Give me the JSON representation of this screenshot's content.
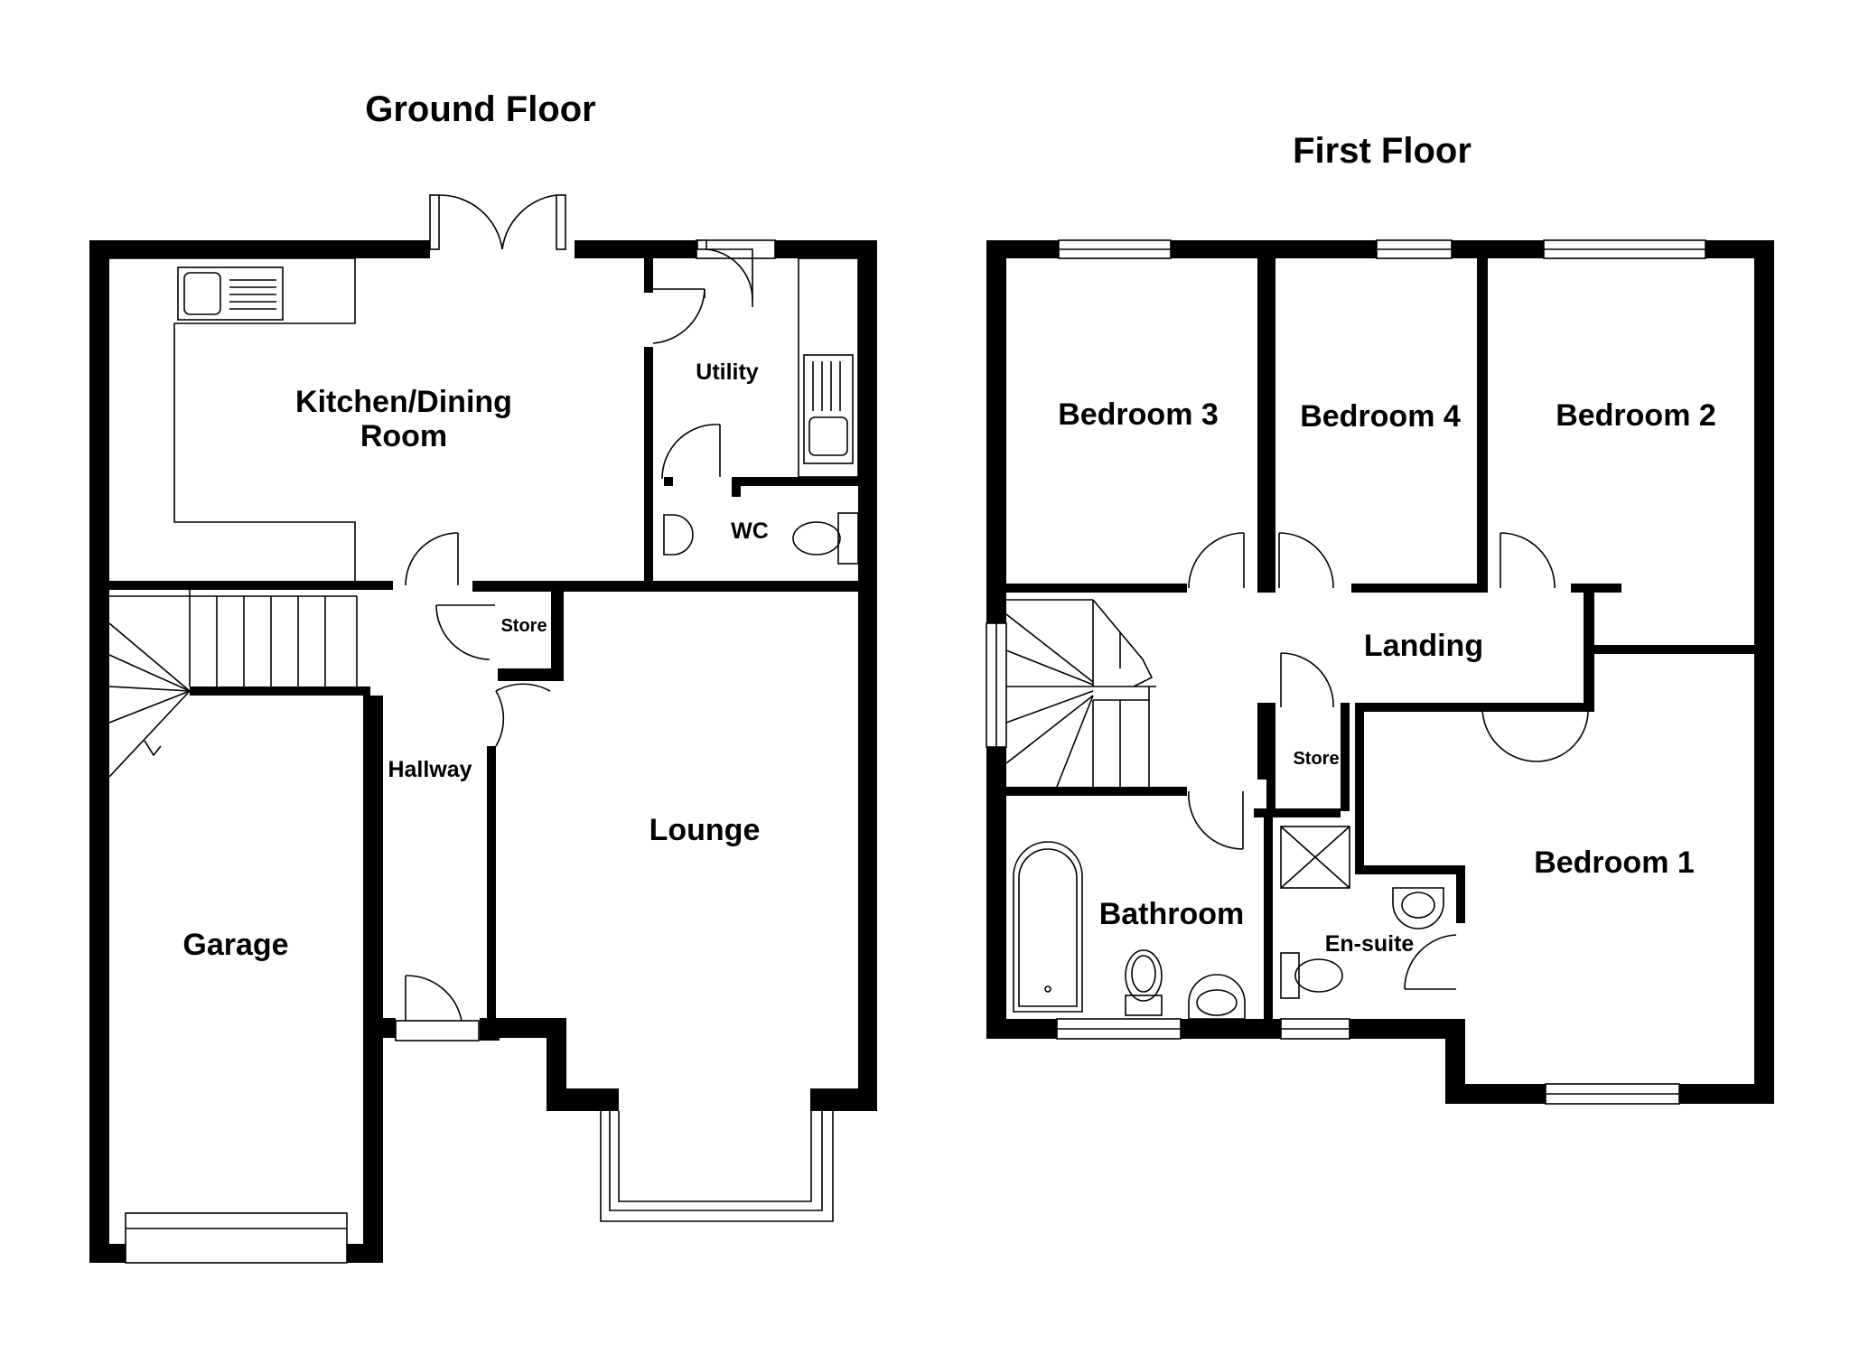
{
  "ground_floor": {
    "title": "Ground Floor",
    "rooms": {
      "kitchen_line1": "Kitchen/Dining",
      "kitchen_line2": "Room",
      "utility": "Utility",
      "wc": "WC",
      "store": "Store",
      "hallway": "Hallway",
      "lounge": "Lounge",
      "garage": "Garage"
    }
  },
  "first_floor": {
    "title": "First Floor",
    "rooms": {
      "bedroom3": "Bedroom 3",
      "bedroom4": "Bedroom 4",
      "bedroom2": "Bedroom 2",
      "landing": "Landing",
      "store": "Store",
      "bedroom1": "Bedroom 1",
      "bathroom": "Bathroom",
      "ensuite": "En-suite"
    }
  },
  "colors": {
    "wall": "#000000",
    "background": "#ffffff"
  }
}
